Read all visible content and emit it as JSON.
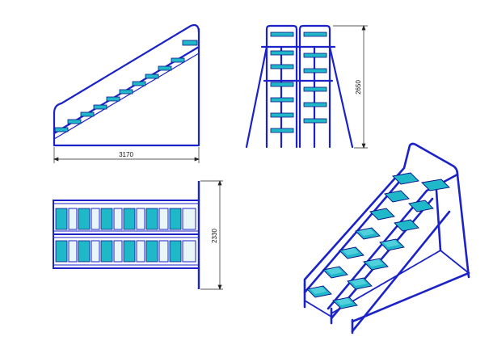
{
  "dimensions": {
    "side_length": "3170",
    "front_height": "2650",
    "top_depth": "2330"
  },
  "colors": {
    "frame": "#1a22c8",
    "frame_dark": "#0c118a",
    "step": "#1fb8c8",
    "step_light": "#6fe0ea",
    "dimension_line": "#222222"
  },
  "views": [
    "side-elevation",
    "front-elevation",
    "top-plan",
    "isometric"
  ]
}
